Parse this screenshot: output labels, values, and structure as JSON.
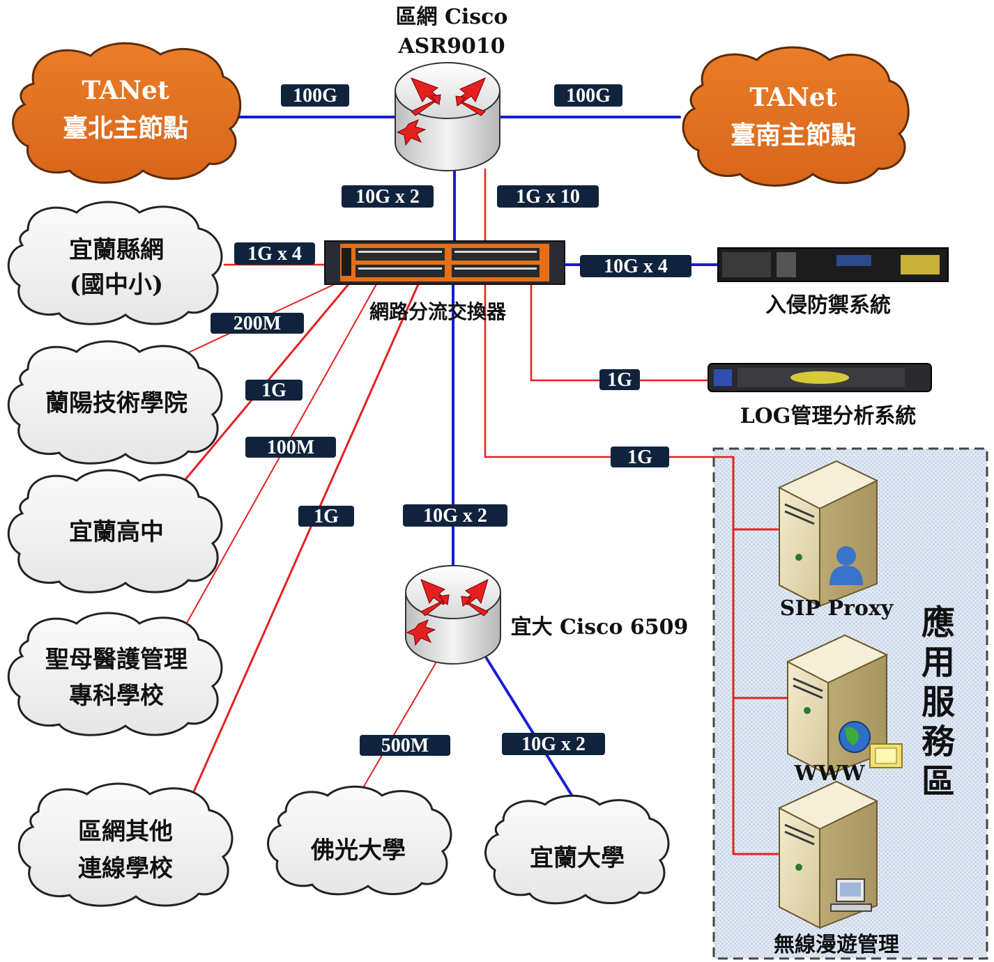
{
  "core_router": {
    "line1": "區網 Cisco",
    "line2": "ASR9010"
  },
  "tanet_taipei": {
    "line1": "TANet",
    "line2": "臺北主節點"
  },
  "tanet_tainan": {
    "line1": "TANet",
    "line2": "臺南主節點"
  },
  "distribution_switch": {
    "label": "網路分流交換器"
  },
  "ips": {
    "label": "入侵防禦系統"
  },
  "log_system": {
    "label": "LOG管理分析系統"
  },
  "yilan_county_net": {
    "line1": "宜蘭縣網",
    "line2": "(國中小)"
  },
  "lanyang": {
    "label": "蘭陽技術學院"
  },
  "yilan_high": {
    "label": "宜蘭高中"
  },
  "st_mary": {
    "line1": "聖母醫護管理",
    "line2": "專科學校"
  },
  "other_schools": {
    "line1": "區網其他",
    "line2": "連線學校"
  },
  "niu_router": {
    "label": "宜大 Cisco 6509"
  },
  "fgu": {
    "label": "佛光大學"
  },
  "niu": {
    "label": "宜蘭大學"
  },
  "service_zone": {
    "title_chars": [
      "應",
      "用",
      "服",
      "務",
      "區"
    ],
    "servers": [
      "SIP Proxy",
      "WWW",
      "無線漫遊管理"
    ]
  },
  "links": {
    "taipei": "100G",
    "tainan": "100G",
    "core_switch_blue": "10G x 2",
    "core_switch_red": "1G x 10",
    "county": "1G x 4",
    "ips": "10G x 4",
    "lanyang": "200M",
    "log": "1G",
    "yilan_high": "1G",
    "st_mary": "100M",
    "services": "1G",
    "other_schools": "1G",
    "niu_router": "10G x 2",
    "fgu": "500M",
    "niu": "10G x 2"
  },
  "colors": {
    "link_blue": "#1b1bd6",
    "link_red": "#e52020",
    "tanet_cloud": "#e0701c",
    "badge": "#10233c"
  }
}
